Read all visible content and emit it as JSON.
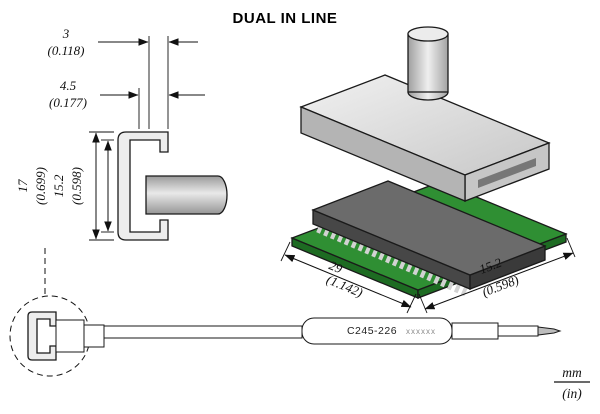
{
  "title": "DUAL IN LINE",
  "cartridge": {
    "model": "C245-226",
    "code": "xxxxxx"
  },
  "legend": {
    "mm": "mm",
    "in": "(in)"
  },
  "dims": {
    "d3": {
      "mm": "3",
      "in": "(0.118)"
    },
    "d45": {
      "mm": "4.5",
      "in": "(0.177)"
    },
    "d17": {
      "mm": "17",
      "in": "(0.699)"
    },
    "d152side": {
      "mm": "15.2",
      "in": "(0.598)"
    },
    "d29": {
      "mm": "29",
      "in": "(1.142)"
    },
    "d152iso": {
      "mm": "15.2",
      "in": "(0.598)"
    }
  },
  "colors": {
    "pcb_top": "#2f8f33",
    "pcb_side": "#1d6b22",
    "chip_top": "#6b6b6b",
    "chip_front": "#474747",
    "chip_side": "#3a3a3a",
    "pins": "#d2d2d2",
    "metal_front": "#b4b4b4",
    "metal_end": "#c6c6c6",
    "opening_shadow": "#777777",
    "line": "#1a1a1a"
  }
}
